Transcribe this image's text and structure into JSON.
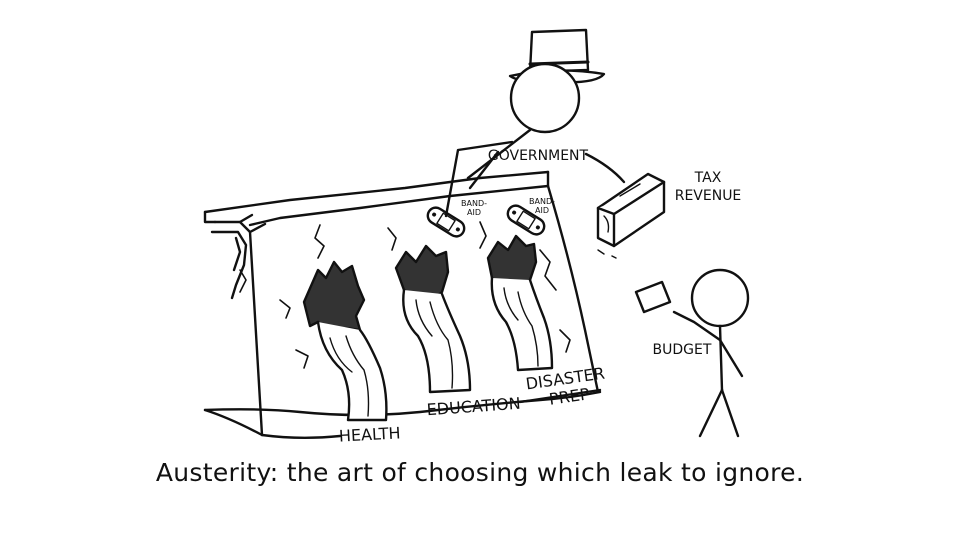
{
  "labels": {
    "government": "GOVERNMENT",
    "tax_revenue_line1": "TAX",
    "tax_revenue_line2": "REVENUE",
    "budget": "BUDGET",
    "health": "HEALTH",
    "education": "EDUCATION",
    "disaster_line1": "DISASTER",
    "disaster_line2": "PREP",
    "bandaid_1_line1": "BAND-",
    "bandaid_1_line2": "AID",
    "bandaid_2_line1": "BAND-",
    "bandaid_2_line2": "AID"
  },
  "caption": "Austerity: the art of choosing which leak to ignore."
}
